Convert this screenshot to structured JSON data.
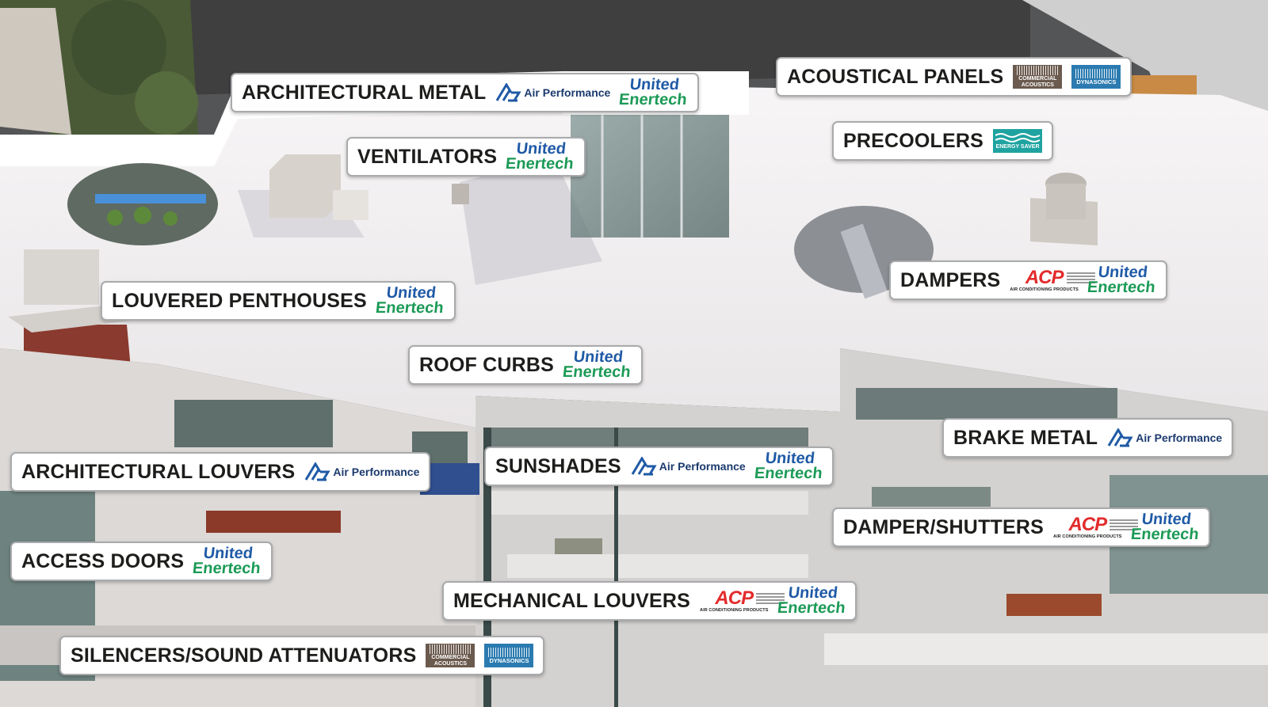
{
  "colors": {
    "ue_blue": "#1f5aa6",
    "ue_green": "#1b9a56",
    "acp_red": "#e32b2b",
    "ap_navy": "#1b3a6e",
    "ca_brown": "#6b5a4e",
    "dynasonics_blue": "#2b7bb0",
    "energysaver_teal": "#1fa3a0"
  },
  "logos": {
    "united_enertech": {
      "line1": "United",
      "line2": "Enertech",
      "icon": "united-enertech-logo"
    },
    "air_performance": {
      "text": "Air Performance",
      "icon": "air-performance-logo"
    },
    "acp": {
      "text": "ACP",
      "subtitle": "AIR CONDITIONING PRODUCTS",
      "icon": "acp-logo"
    },
    "commercial_acoustics": {
      "line1": "COMMERCIAL",
      "line2": "ACOUSTICS",
      "icon": "commercial-acoustics-logo"
    },
    "dynasonics": {
      "text": "DYNASONICS",
      "icon": "dynasonics-logo"
    },
    "energy_saver": {
      "text": "ENERGY SAVER",
      "icon": "energy-saver-logo"
    }
  },
  "callouts": {
    "architectural_metal": "ARCHITECTURAL METAL",
    "acoustical_panels": "ACOUSTICAL PANELS",
    "ventilators": "VENTILATORS",
    "precoolers": "PRECOOLERS",
    "dampers": "DAMPERS",
    "louvered_penthouses": "LOUVERED PENTHOUSES",
    "roof_curbs": "ROOF CURBS",
    "brake_metal": "BRAKE METAL",
    "architectural_louvers": "ARCHITECTURAL LOUVERS",
    "sunshades": "SUNSHADES",
    "damper_shutters": "DAMPER/SHUTTERS",
    "access_doors": "ACCESS DOORS",
    "mechanical_louvers": "MECHANICAL LOUVERS",
    "silencers": "SILENCERS/SOUND ATTENUATORS"
  }
}
